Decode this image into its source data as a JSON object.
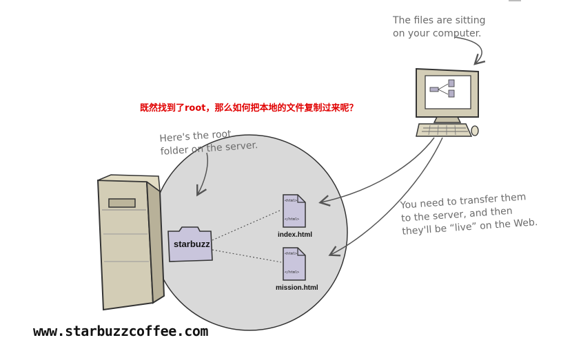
{
  "annotations": {
    "files_note": "The files are sitting\non your computer.",
    "root_note": "Here's the root\nfolder on the server.",
    "transfer_note": "You need to transfer them\nto the server, and then\nthey'll be “live” on the Web.",
    "question": "既然找到了root，那么如何把本地的文件复制过来呢？"
  },
  "server": {
    "folder_label": "starbuzz",
    "files": [
      {
        "name": "index.html",
        "tag_open": "<html>",
        "tag_close": "</html>"
      },
      {
        "name": "mission.html",
        "tag_open": "<html>",
        "tag_close": "</html>"
      }
    ]
  },
  "website_url": "www.starbuzzcoffee.com"
}
